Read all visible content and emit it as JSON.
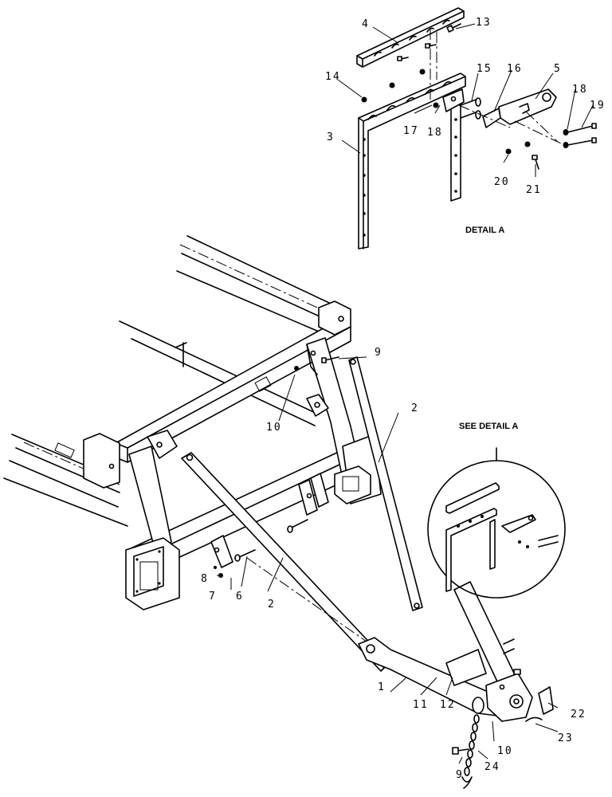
{
  "captions": {
    "detail_a": "DETAIL A",
    "see_detail_a": "SEE DETAIL A"
  },
  "callouts": [
    {
      "id": "c1",
      "text": "1"
    },
    {
      "id": "c2a",
      "text": "2"
    },
    {
      "id": "c2b",
      "text": "2"
    },
    {
      "id": "c3",
      "text": "3"
    },
    {
      "id": "c4",
      "text": "4"
    },
    {
      "id": "c5",
      "text": "5"
    },
    {
      "id": "c6",
      "text": "6"
    },
    {
      "id": "c7",
      "text": "7"
    },
    {
      "id": "c8",
      "text": "8"
    },
    {
      "id": "c9a",
      "text": "9"
    },
    {
      "id": "c9b",
      "text": "9"
    },
    {
      "id": "c10a",
      "text": "10"
    },
    {
      "id": "c10b",
      "text": "10"
    },
    {
      "id": "c11",
      "text": "11"
    },
    {
      "id": "c12",
      "text": "12"
    },
    {
      "id": "c13",
      "text": "13"
    },
    {
      "id": "c14",
      "text": "14"
    },
    {
      "id": "c15",
      "text": "15"
    },
    {
      "id": "c16",
      "text": "16"
    },
    {
      "id": "c17",
      "text": "17"
    },
    {
      "id": "c18a",
      "text": "18"
    },
    {
      "id": "c18b",
      "text": "18"
    },
    {
      "id": "c19",
      "text": "19"
    },
    {
      "id": "c20",
      "text": "20"
    },
    {
      "id": "c21",
      "text": "21"
    },
    {
      "id": "c22",
      "text": "22"
    },
    {
      "id": "c23",
      "text": "23"
    },
    {
      "id": "c24",
      "text": "24"
    }
  ]
}
